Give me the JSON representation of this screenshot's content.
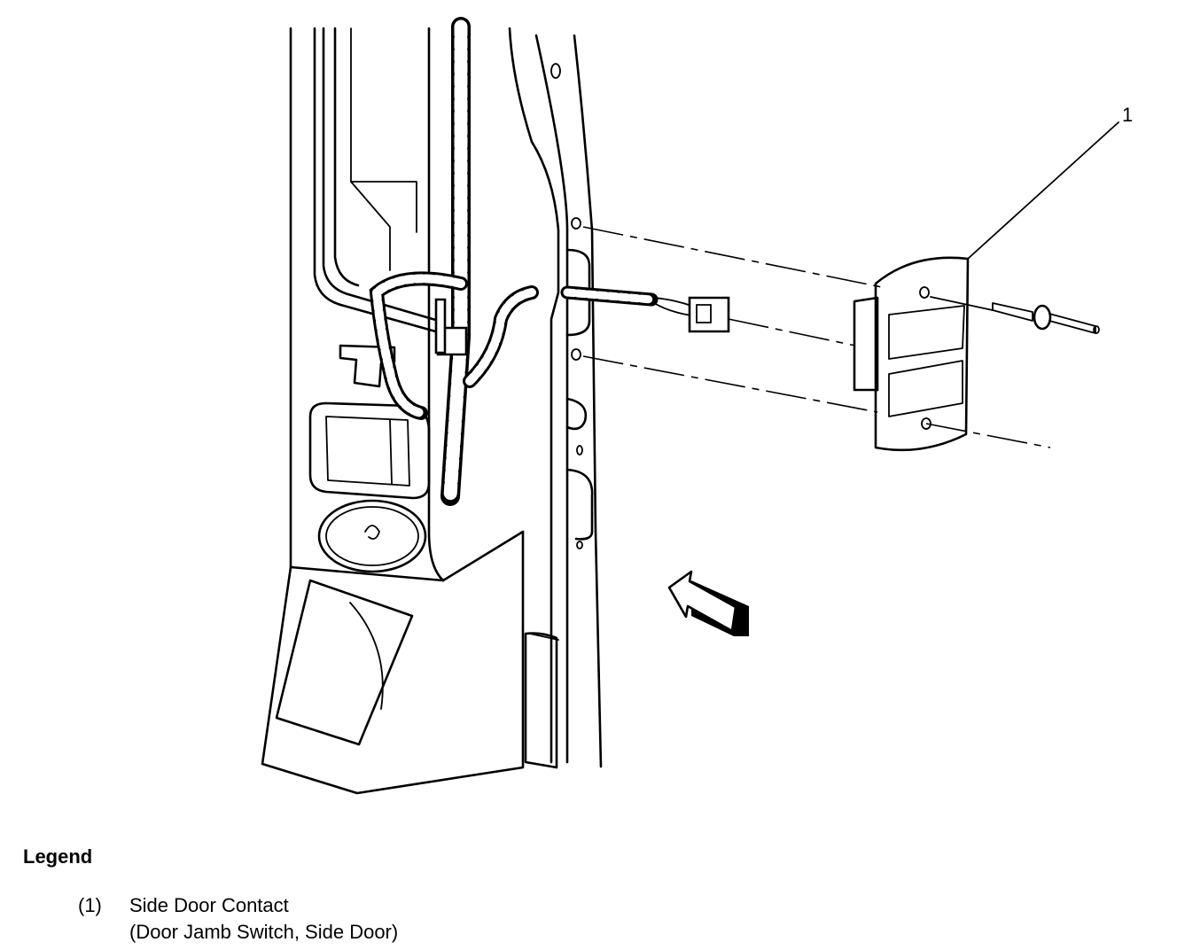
{
  "diagram": {
    "callouts": [
      {
        "number": "1"
      }
    ]
  },
  "legend": {
    "title": "Legend",
    "items": [
      {
        "number": "(1)",
        "name": "Side Door Contact",
        "description": "(Door Jamb Switch, Side Door)"
      }
    ]
  }
}
